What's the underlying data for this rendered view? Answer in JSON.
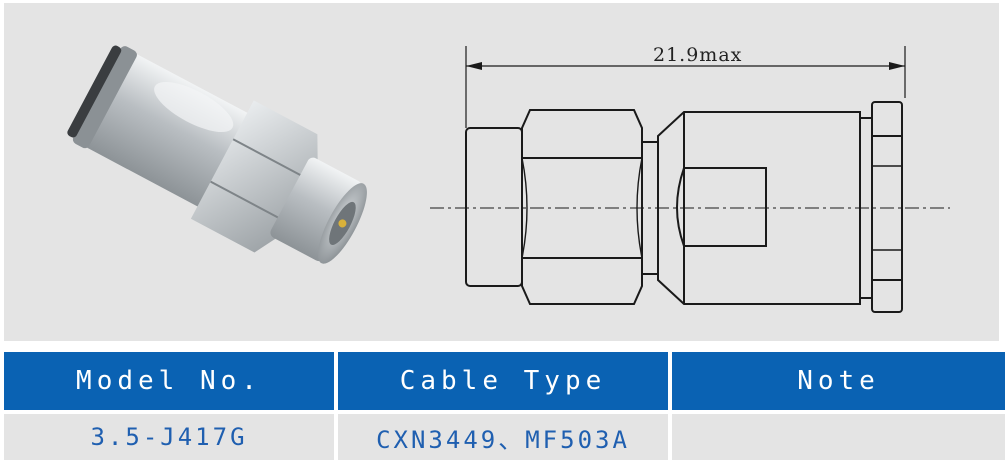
{
  "drawing": {
    "dimension_label": "21.9max"
  },
  "table": {
    "headers": [
      "Model No.",
      "Cable Type",
      "Note"
    ],
    "rows": [
      [
        "3.5-J417G",
        "CXN3449、MF503A",
        ""
      ]
    ]
  },
  "colors": {
    "header_bg": "#0a62b3",
    "header_text": "#ffffff",
    "cell_bg": "#e4e4e4",
    "cell_text": "#1f5fb0",
    "panel_bg": "#e4e4e4"
  }
}
